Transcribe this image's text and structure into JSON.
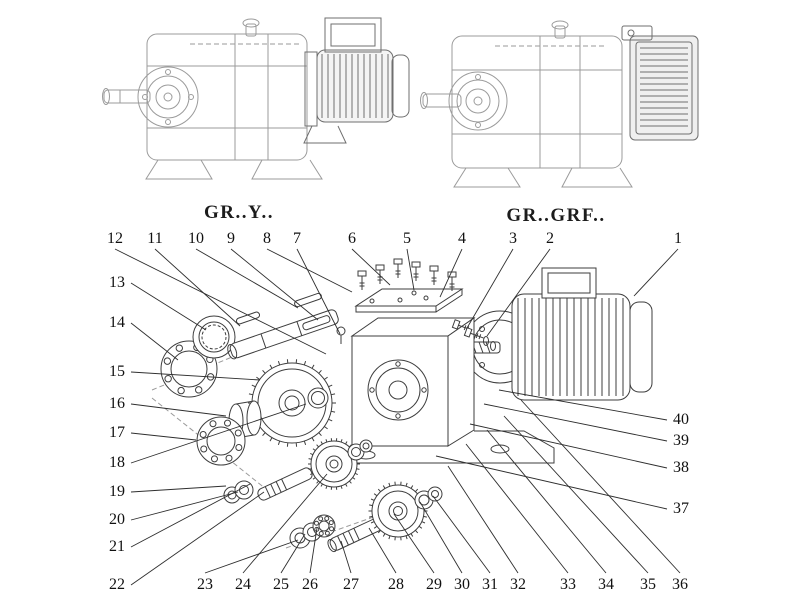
{
  "figure": {
    "titles": {
      "left": "GR..Y..",
      "right": "GR..GRF.."
    },
    "callouts": {
      "top": [
        "12",
        "11",
        "10",
        "9",
        "8",
        "7",
        "6",
        "5",
        "4",
        "3",
        "2",
        "1"
      ],
      "left": [
        "13",
        "14",
        "15",
        "16",
        "17",
        "18",
        "19",
        "20",
        "21",
        "22"
      ],
      "bottom": [
        "23",
        "24",
        "25",
        "26",
        "27",
        "28",
        "29",
        "30",
        "31",
        "32",
        "33",
        "34",
        "35",
        "36"
      ],
      "right": [
        "40",
        "39",
        "38",
        "37"
      ]
    }
  }
}
